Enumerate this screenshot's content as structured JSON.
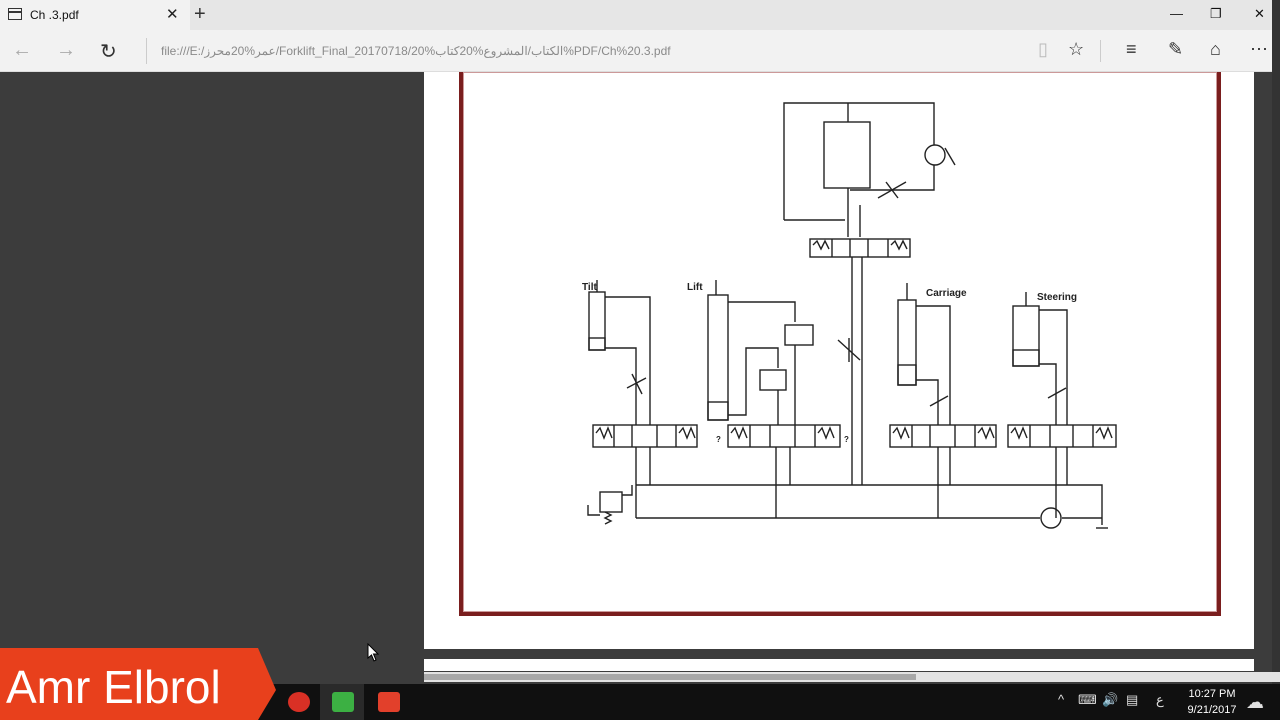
{
  "browser": {
    "tab_title": "Ch .3.pdf",
    "new_tab_symbol": "+",
    "address": "file:///E:/عمر%20محرز/Forklift_Final_20170718/20%الكتاب/المشروع%20كتاب%PDF/Ch%20.3.pdf",
    "window_buttons": [
      "—",
      "❐",
      "✕"
    ]
  },
  "diagram": {
    "labels": {
      "tilt": "Tilt",
      "lift": "Lift",
      "carriage": "Carriage",
      "steering": "Steering",
      "q1": "?",
      "q2": "?"
    }
  },
  "taskbar": {
    "clock_time": "10:27 PM",
    "clock_date": "9/21/2017",
    "lang": "ع"
  },
  "watermark": {
    "text": "Amr Elbrol"
  },
  "colors": {
    "frame": "#7a1e1e",
    "banner": "#e8401c",
    "app_green": "#3cb043",
    "app_red": "#e2402b"
  }
}
